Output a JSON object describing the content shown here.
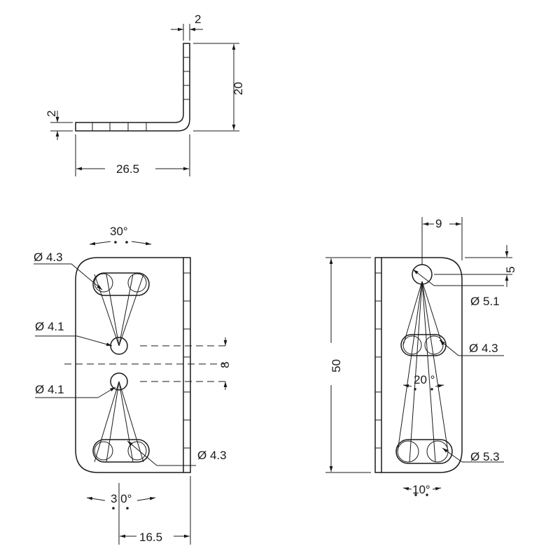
{
  "top_view": {
    "thickness_top": "2",
    "height": "20",
    "thickness_left": "2",
    "length": "26.5"
  },
  "front_view": {
    "angle_top": "30°",
    "hole_top_dia": "Ø 4.3",
    "hole_mid_upper_dia": "Ø 4.1",
    "spacing": "8",
    "hole_mid_lower_dia": "Ø 4.1",
    "hole_bottom_dia": "Ø 4.3",
    "angle_bottom": "3 0°",
    "width": "16.5"
  },
  "side_view": {
    "offset_x": "9",
    "offset_y": "5",
    "hole_top_dia": "Ø 5.1",
    "hole_mid_dia": "Ø 4.3",
    "angle_mid": "20 °",
    "height": "50",
    "hole_bottom_dia": "Ø 5.3",
    "angle_bottom": "10°"
  }
}
